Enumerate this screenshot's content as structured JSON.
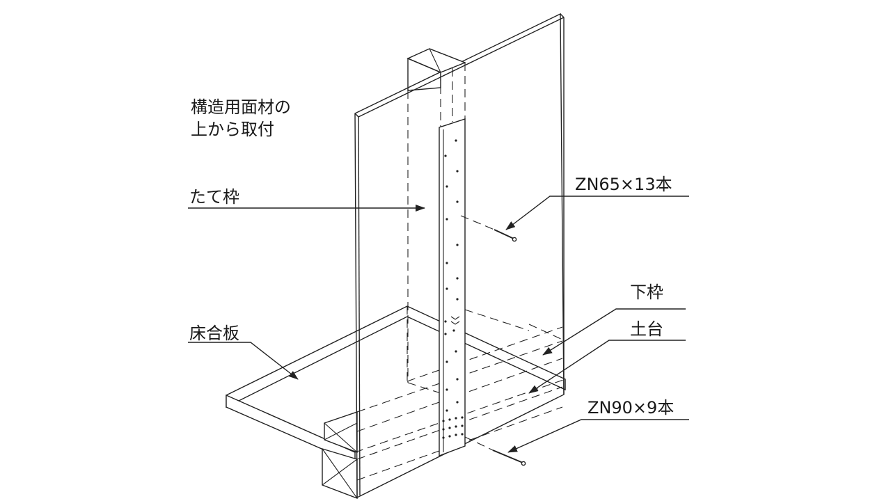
{
  "labels": {
    "panel_line1": "構造用面材の",
    "panel_line2": "上から取付",
    "stud": "たて枠",
    "nail_upper": "ZN65×13本",
    "bottom_plate": "下枠",
    "sill": "土台",
    "floor_board": "床合板",
    "nail_lower": "ZN90×9本"
  },
  "colors": {
    "line": "#222222",
    "background": "#ffffff"
  }
}
